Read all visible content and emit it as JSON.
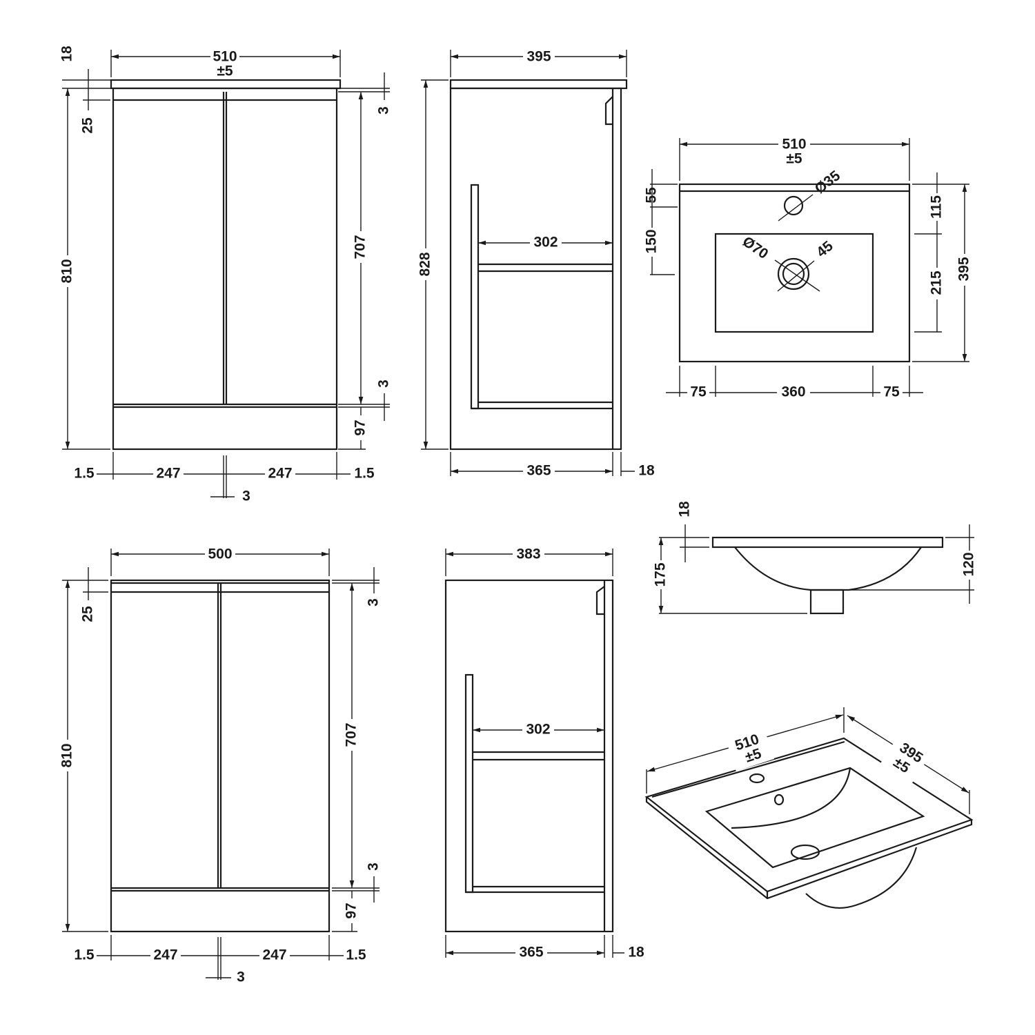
{
  "front_view_1": {
    "width": "510",
    "width_tol": "±5",
    "top_thickness": "18",
    "top_gap": "25",
    "height": "810",
    "top_reveal": "3",
    "door_height": "707",
    "bottom_reveal": "3",
    "plinth": "97",
    "side_left": "1.5",
    "door_left": "247",
    "door_right": "247",
    "side_right": "1.5",
    "door_gap": "3"
  },
  "side_view_1": {
    "depth": "395",
    "height": "828",
    "inner_depth": "302",
    "body_depth": "365",
    "door_thickness": "18"
  },
  "basin_plan": {
    "width": "510",
    "width_tol": "±5",
    "back_edge": "55",
    "tap_to_bowl": "150",
    "tap_hole": "Ø35",
    "waste_outer": "Ø70",
    "waste_inner": "45",
    "rear_to_bowl": "115",
    "bowl_depth": "215",
    "depth": "395",
    "left_margin": "75",
    "bowl_width": "360",
    "right_margin": "75"
  },
  "basin_side": {
    "top_thickness": "18",
    "overall_height": "175",
    "bowl_height": "120"
  },
  "front_view_2": {
    "width": "500",
    "top_gap": "25",
    "height": "810",
    "top_reveal": "3",
    "door_height": "707",
    "bottom_reveal": "3",
    "plinth": "97",
    "side_left": "1.5",
    "door_left": "247",
    "door_right": "247",
    "side_right": "1.5",
    "door_gap": "3"
  },
  "side_view_2": {
    "depth": "383",
    "inner_depth": "302",
    "body_depth": "365",
    "door_thickness": "18"
  },
  "basin_iso": {
    "width": "510",
    "width_tol": "±5",
    "depth": "395",
    "depth_tol": "±5"
  }
}
